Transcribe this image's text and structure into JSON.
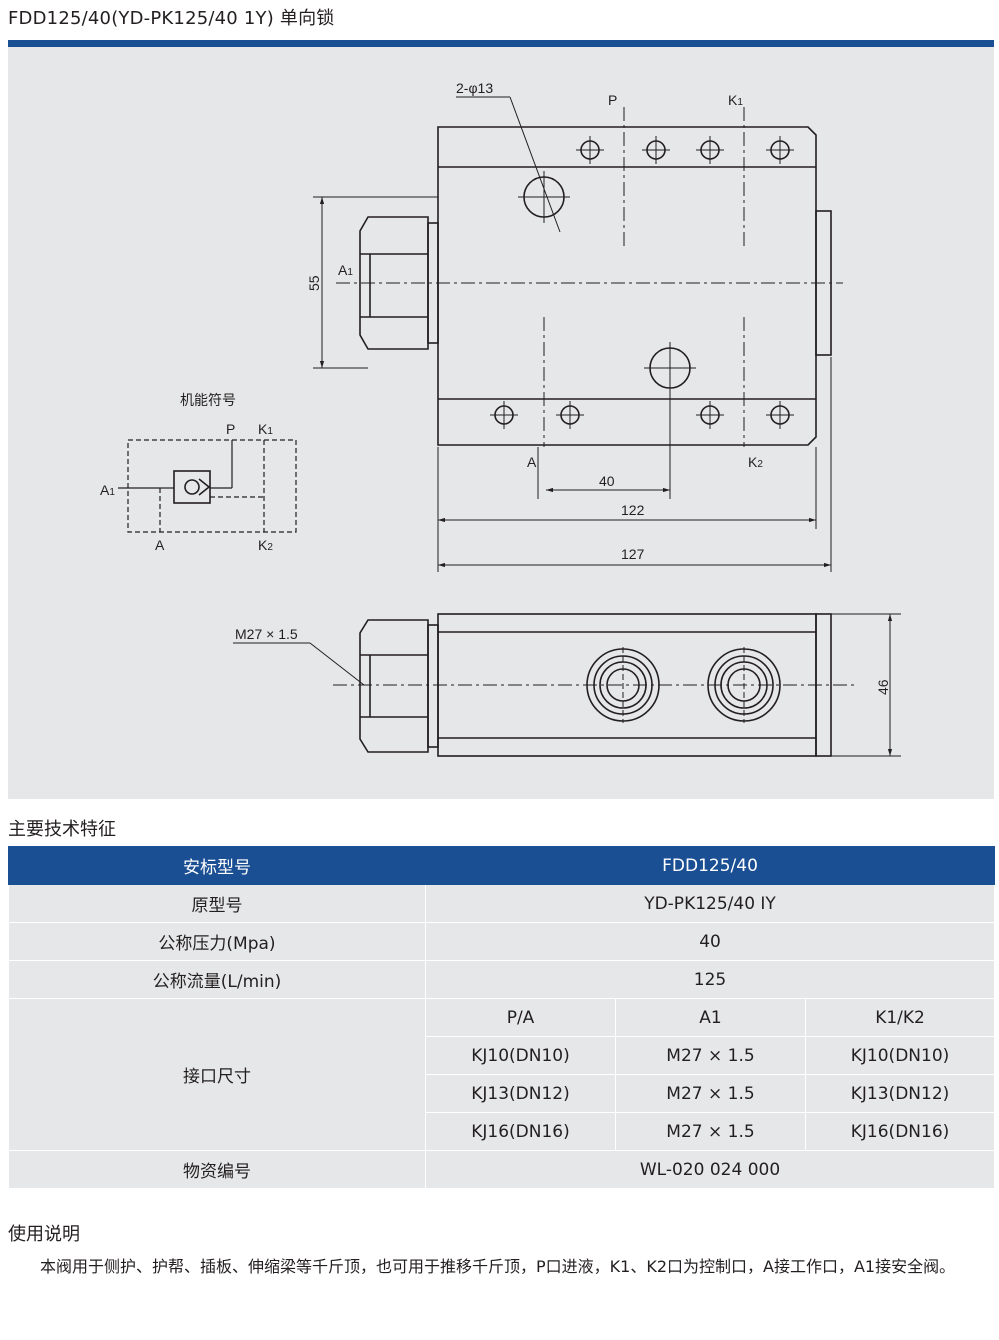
{
  "title": "FDD125/40(YD-PK125/40 1Y) 单向锁",
  "drawing": {
    "dim_holes": "2-φ13",
    "port_p": "P",
    "port_k1": "K",
    "port_k1_sub": "1",
    "port_a1": "A",
    "port_a1_sub": "1",
    "port_a": "A",
    "port_k2": "K",
    "port_k2_sub": "2",
    "dim_55": "55",
    "dim_40": "40",
    "dim_122": "122",
    "dim_127": "127",
    "dim_46": "46",
    "thread": "M27 × 1.5",
    "symbol_title": "机能符号",
    "sym_p": "P",
    "sym_k1": "K",
    "sym_k1_sub": "1",
    "sym_a1": "A",
    "sym_a1_sub": "1",
    "sym_a": "A",
    "sym_k2": "K",
    "sym_k2_sub": "2"
  },
  "specs": {
    "heading": "主要技术特征",
    "rows": {
      "model_label": "安标型号",
      "model_value": "FDD125/40",
      "orig_label": "原型号",
      "orig_value": "YD-PK125/40 IY",
      "pressure_label": "公称压力(Mpa)",
      "pressure_value": "40",
      "flow_label": "公称流量(L/min)",
      "flow_value": "125",
      "ports_label": "接口尺寸",
      "ports_headers": [
        "P/A",
        "A1",
        "K1/K2"
      ],
      "ports_rows": [
        [
          "KJ10(DN10)",
          "M27 × 1.5",
          "KJ10(DN10)"
        ],
        [
          "KJ13(DN12)",
          "M27 × 1.5",
          "KJ13(DN12)"
        ],
        [
          "KJ16(DN16)",
          "M27 × 1.5",
          "KJ16(DN16)"
        ]
      ],
      "material_label": "物资编号",
      "material_value": "WL-020 024 000"
    }
  },
  "usage": {
    "heading": "使用说明",
    "text": "本阀用于侧护、护帮、插板、伸缩梁等千斤顶，也可用于推移千斤顶，P口进液，K1、K2口为控制口，A接工作口，A1接安全阀。"
  }
}
